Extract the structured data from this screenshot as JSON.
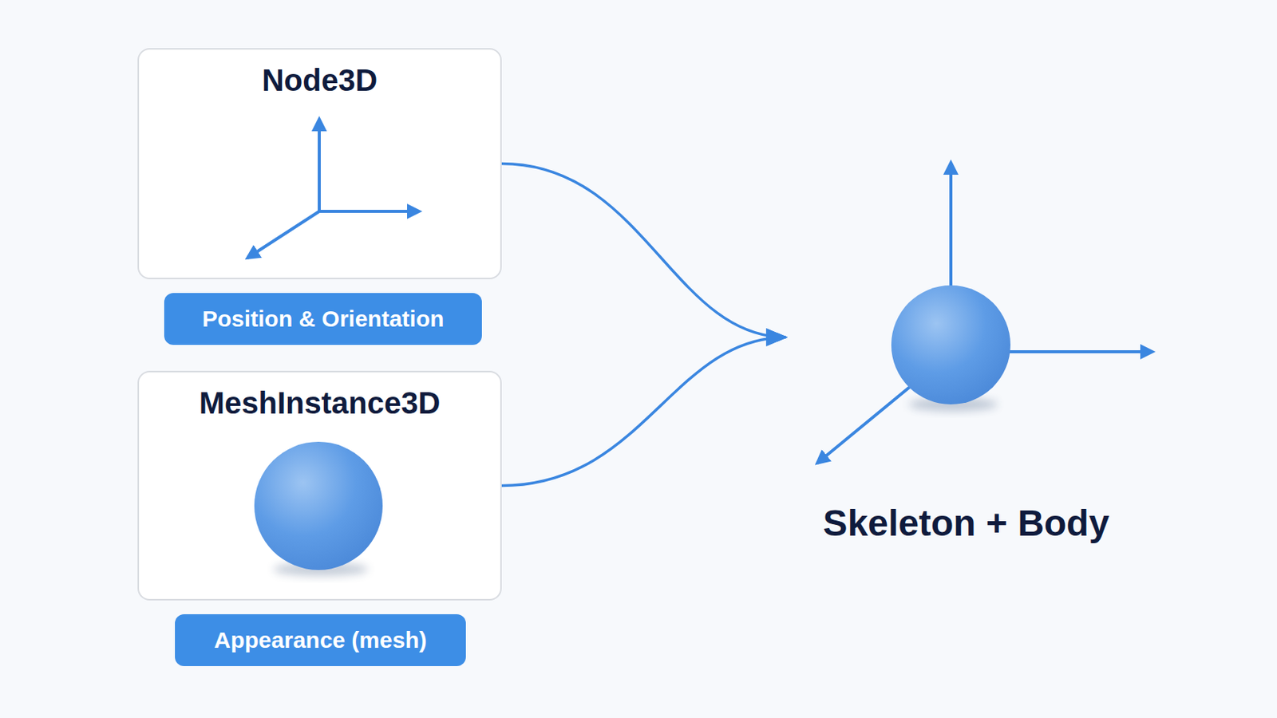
{
  "diagram": {
    "nodes": [
      {
        "text": [
          "Node3D"
        ]
      },
      {
        "text": [
          "Position & Orientation"
        ]
      },
      {
        "text": [
          "MeshInstance3D"
        ]
      },
      {
        "text": [
          "Appearance (mesh)"
        ]
      },
      {
        "text": [
          "Skeleton + Body"
        ]
      }
    ],
    "edges": [
      {
        "from": 0,
        "to": 4,
        "arrow": "to"
      },
      {
        "from": 2,
        "to": 4,
        "arrow": "to"
      }
    ]
  }
}
